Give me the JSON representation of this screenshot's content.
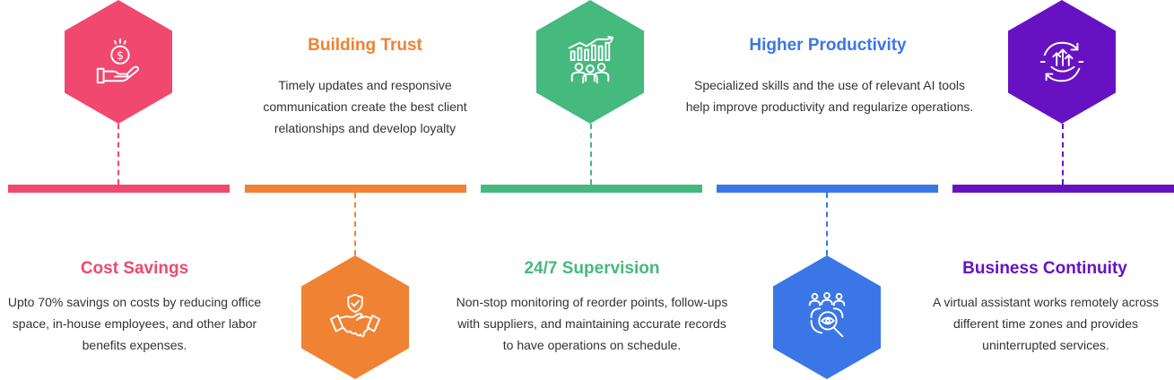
{
  "colors": {
    "pink": "#f0486e",
    "orange": "#f08233",
    "green": "#46b97e",
    "blue": "#3b76e6",
    "purple": "#6712c2"
  },
  "items": [
    {
      "title": "Cost Savings",
      "description": "Upto 70% savings on costs by reducing office space, in-house employees, and other labor benefits expenses.",
      "icon": "hand-dollar-coin-icon",
      "color": "#f0486e"
    },
    {
      "title": "Building Trust",
      "description": "Timely updates and responsive communication create the best client relationships and develop loyalty",
      "icon": "handshake-shield-icon",
      "color": "#f08233"
    },
    {
      "title": "24/7 Supervision",
      "description": "Non-stop monitoring of reorder points, follow-ups with suppliers, and maintaining accurate records to have operations on schedule.",
      "icon": "team-growth-chart-icon",
      "color": "#46b97e"
    },
    {
      "title": "Higher Productivity",
      "description": "Specialized skills and the use of relevant AI tools help improve productivity and regularize operations.",
      "icon": "team-gear-eye-icon",
      "color": "#3b76e6"
    },
    {
      "title": "Business Continuity",
      "description": "A virtual assistant works remotely across different time zones and provides uninterrupted services.",
      "icon": "gear-cycle-arrows-icon",
      "color": "#6712c2"
    }
  ]
}
